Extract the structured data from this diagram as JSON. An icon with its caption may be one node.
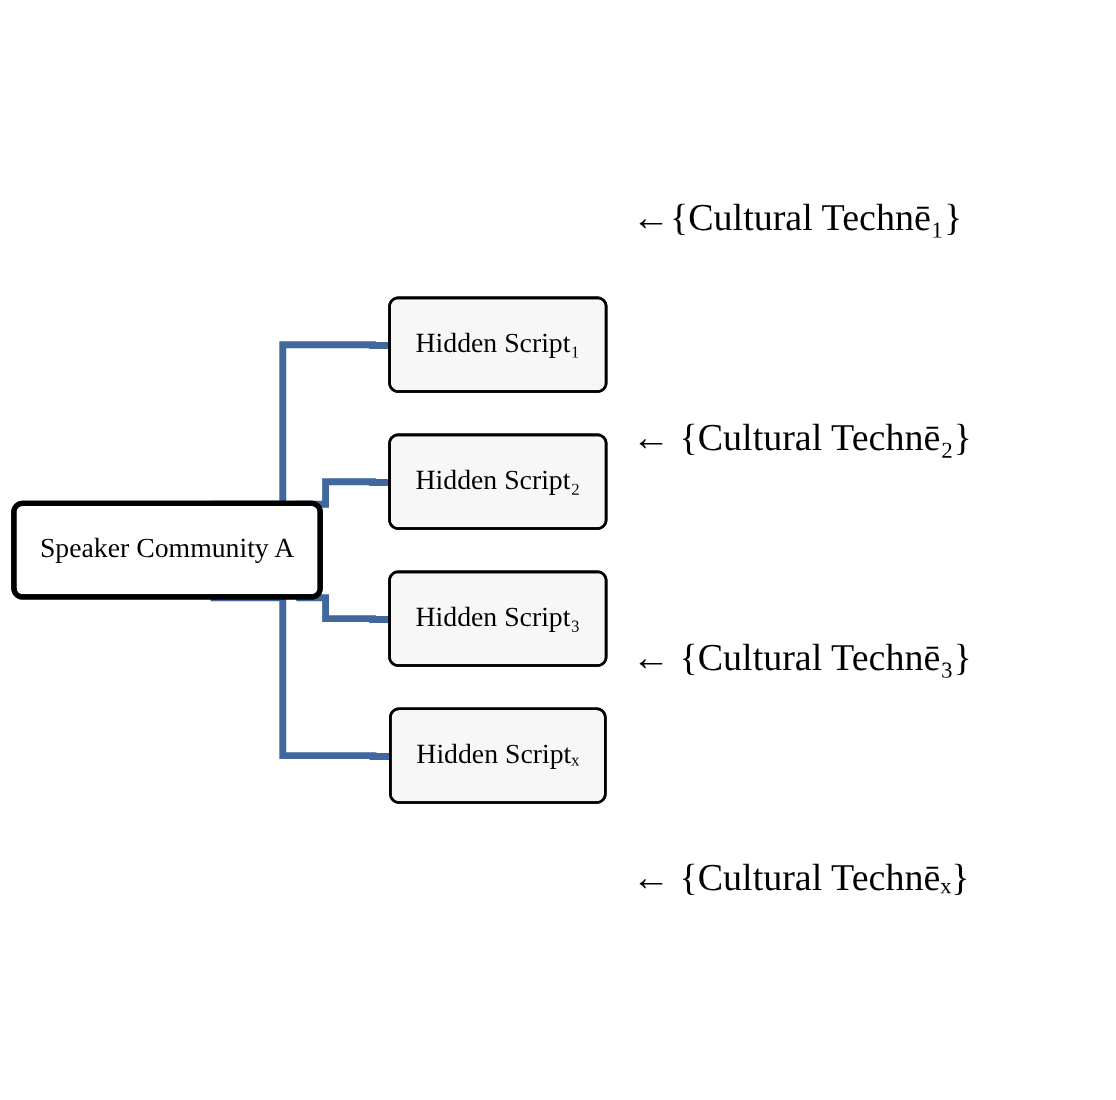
{
  "diagram": {
    "nodes": [
      {
        "text": [
          "Speaker Community A"
        ]
      },
      {
        "text": [
          "Hidden Script₁"
        ]
      },
      {
        "text": [
          "Hidden Script₂"
        ]
      },
      {
        "text": [
          "Hidden Script₃"
        ]
      },
      {
        "text": [
          "Hidden Scriptₓ"
        ]
      }
    ],
    "edges": [
      {
        "from": 0,
        "to": 1,
        "arrow": "none"
      },
      {
        "from": 0,
        "to": 2,
        "arrow": "none"
      },
      {
        "from": 0,
        "to": 3,
        "arrow": "none"
      },
      {
        "from": 0,
        "to": 4,
        "arrow": "none"
      }
    ],
    "labels": [
      "←{Cultural Technē₁}",
      "← {Cultural Technē₂}",
      "← {Cultural Technē₃}",
      "← {Cultural Technēₓ}"
    ]
  }
}
